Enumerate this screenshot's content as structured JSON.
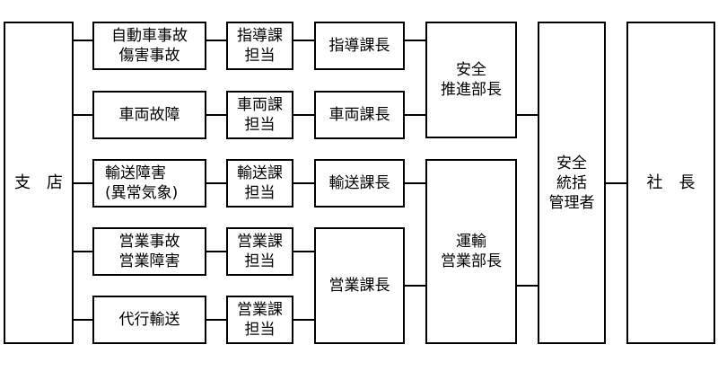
{
  "branch": "支　店",
  "incidents": [
    {
      "label": "自動車事故\n傷害事故"
    },
    {
      "label": "車両故障"
    },
    {
      "label": "輸送障害\n(異常気象)"
    },
    {
      "label": "営業事故\n営業障害"
    },
    {
      "label": "代行輸送"
    }
  ],
  "staff": [
    {
      "label": "指導課\n担当"
    },
    {
      "label": "車両課\n担当"
    },
    {
      "label": "輸送課\n担当"
    },
    {
      "label": "営業課\n担当"
    },
    {
      "label": "営業課\n担当"
    }
  ],
  "section_chiefs": [
    {
      "label": "指導課長"
    },
    {
      "label": "車両課長"
    },
    {
      "label": "輸送課長"
    },
    {
      "label": "営業課長"
    }
  ],
  "department_heads": [
    {
      "label": "安全\n推進部長"
    },
    {
      "label": "運輸\n営業部長"
    }
  ],
  "safety_manager": "安全\n統括\n管理者",
  "president": "社　長"
}
